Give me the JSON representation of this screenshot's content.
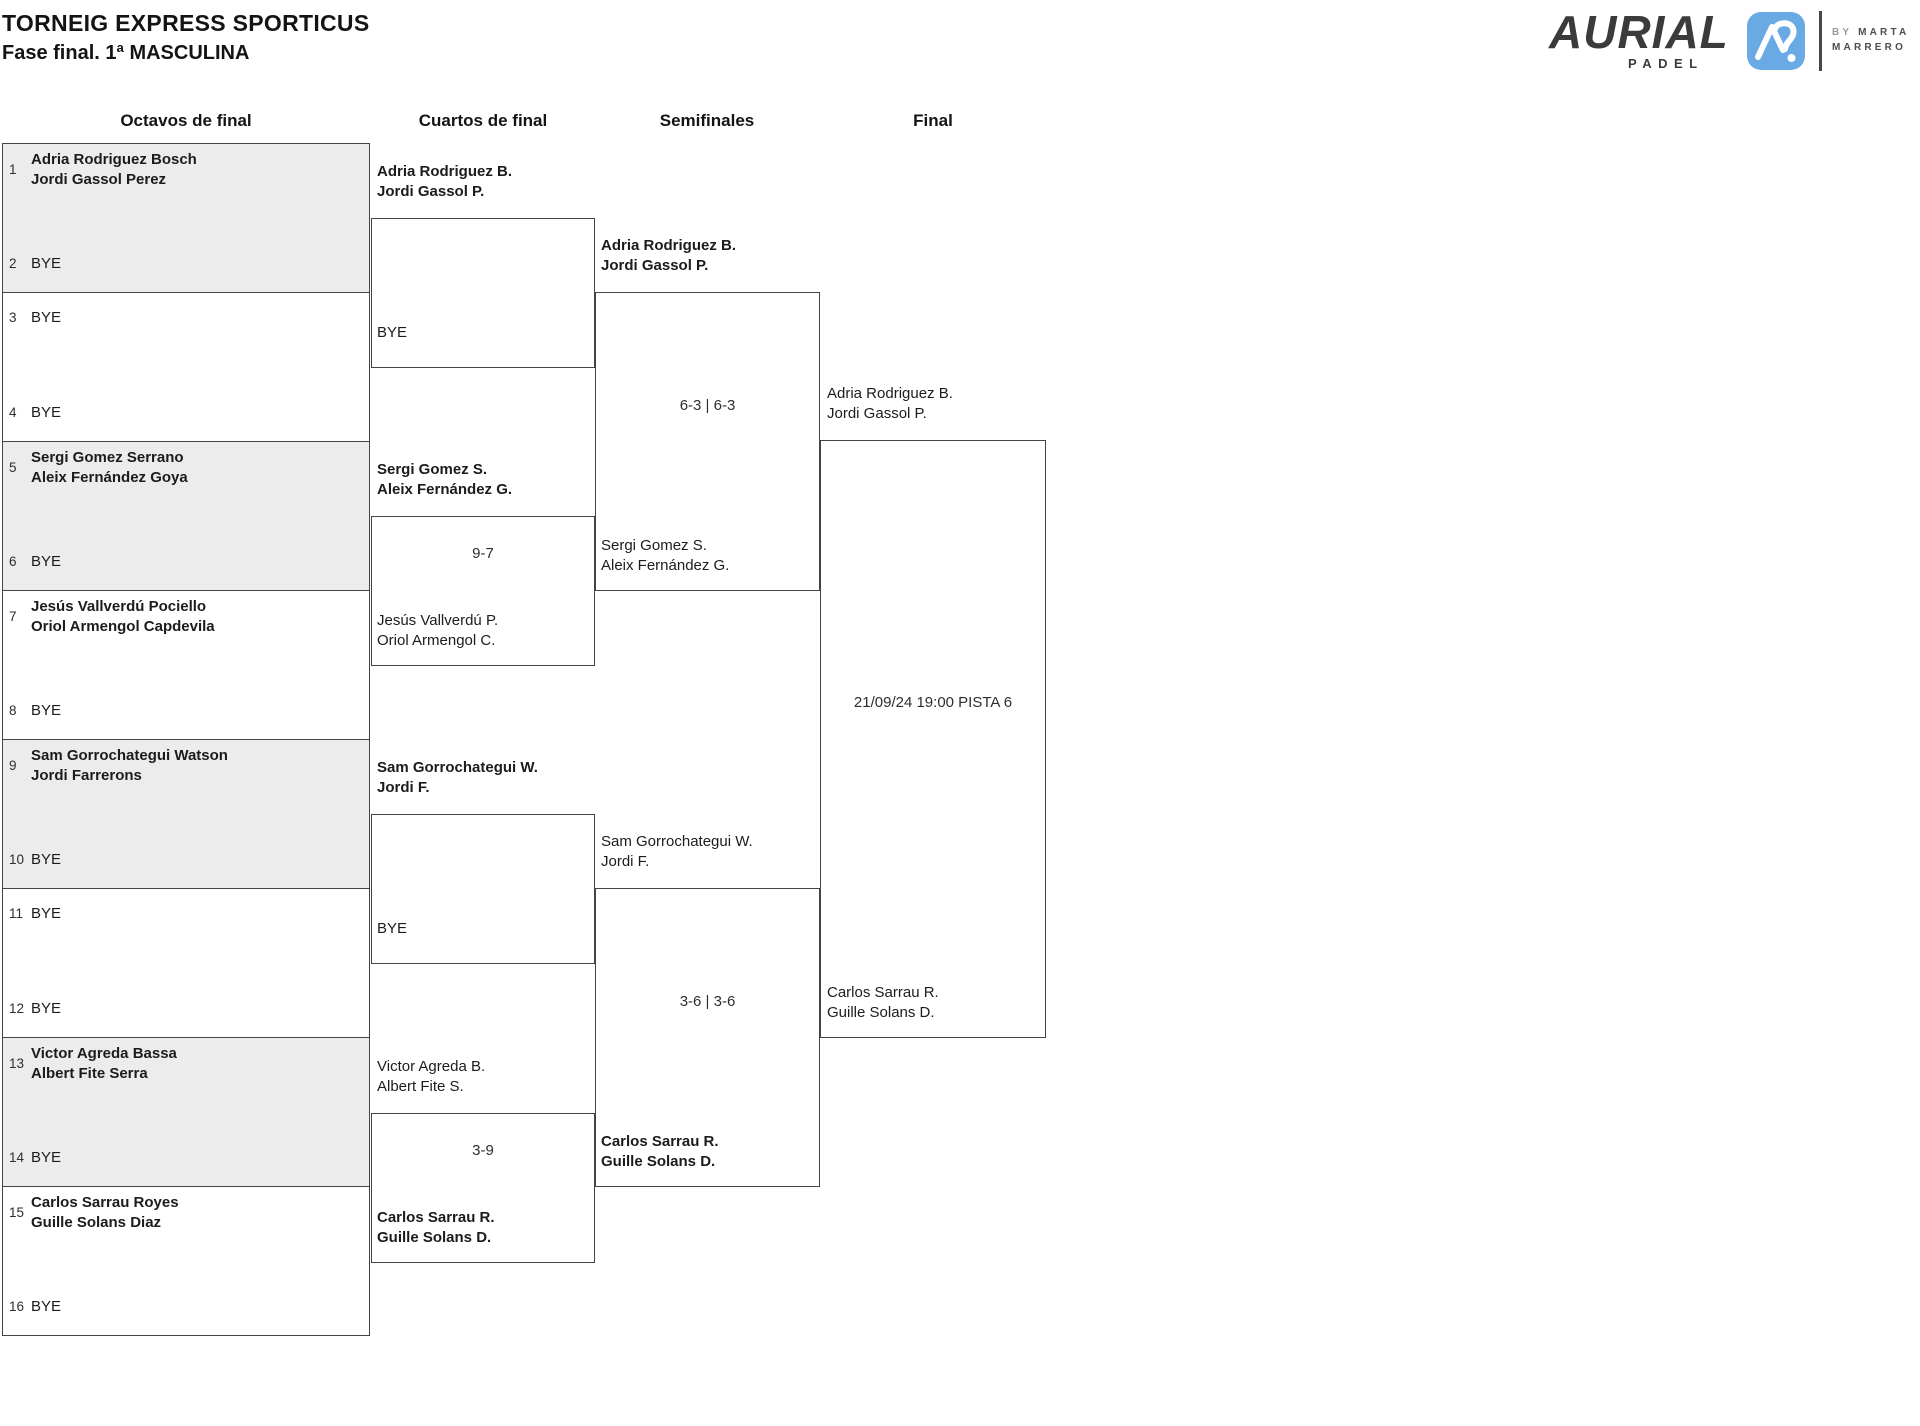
{
  "header": {
    "title": "TORNEIG EXPRESS SPORTICUS",
    "subtitle": "Fase final. 1ª MASCULINA"
  },
  "logo": {
    "brand": "AURIAL",
    "brand_sub": "PADEL",
    "by_prefix": "BY ",
    "by_name_line1": "MARTA",
    "by_name_line2": "MARRERO",
    "icon": "aurial-monogram",
    "icon_bg": "#69aae4"
  },
  "colors": {
    "seeded_slot_bg": "#ececec",
    "line": "#444444",
    "text": "#1c1c1c"
  },
  "rounds": {
    "r16": "Octavos de final",
    "qf": "Cuartos de final",
    "sf": "Semifinales",
    "final": "Final"
  },
  "octavos": [
    {
      "seed": "1",
      "name1": "Adria Rodriguez Bosch",
      "name2": "Jordi Gassol Perez"
    },
    {
      "seed": "2",
      "name1": "BYE"
    },
    {
      "seed": "3",
      "name1": "BYE"
    },
    {
      "seed": "4",
      "name1": "BYE"
    },
    {
      "seed": "5",
      "name1": "Sergi Gomez Serrano",
      "name2": "Aleix Fernández Goya"
    },
    {
      "seed": "6",
      "name1": "BYE"
    },
    {
      "seed": "7",
      "name1": "Jesús Vallverdú Pociello",
      "name2": "Oriol Armengol Capdevila"
    },
    {
      "seed": "8",
      "name1": "BYE"
    },
    {
      "seed": "9",
      "name1": "Sam Gorrochategui Watson",
      "name2": "Jordi Farrerons"
    },
    {
      "seed": "10",
      "name1": "BYE"
    },
    {
      "seed": "11",
      "name1": "BYE"
    },
    {
      "seed": "12",
      "name1": "BYE"
    },
    {
      "seed": "13",
      "name1": "Victor Agreda Bassa",
      "name2": "Albert Fite Serra"
    },
    {
      "seed": "14",
      "name1": "BYE"
    },
    {
      "seed": "15",
      "name1": "Carlos Sarrau Royes",
      "name2": "Guille Solans Diaz"
    },
    {
      "seed": "16",
      "name1": "BYE"
    }
  ],
  "cuartos": [
    {
      "top1": "Adria Rodriguez B.",
      "top2": "Jordi Gassol P.",
      "bottom1": "BYE"
    },
    {
      "top1": "Sergi Gomez S.",
      "top2": "Aleix Fernández G.",
      "bottom1": "Jesús Vallverdú P.",
      "bottom2": "Oriol Armengol C.",
      "score": "9-7"
    },
    {
      "top1": "Sam Gorrochategui W.",
      "top2": "Jordi F.",
      "bottom1": "BYE"
    },
    {
      "top1": "Victor Agreda B.",
      "top2": "Albert Fite S.",
      "bottom1": "Carlos Sarrau R.",
      "bottom2": "Guille Solans D.",
      "score": "3-9"
    }
  ],
  "semifinales": [
    {
      "top1": "Adria Rodriguez B.",
      "top2": "Jordi Gassol P.",
      "bottom1": "Sergi Gomez S.",
      "bottom2": "Aleix Fernández G.",
      "score": "6-3 | 6-3"
    },
    {
      "top1": "Sam Gorrochategui W.",
      "top2": "Jordi F.",
      "bottom1": "Carlos Sarrau R.",
      "bottom2": "Guille Solans D.",
      "score": "3-6 | 3-6"
    }
  ],
  "final": {
    "top1": "Adria Rodriguez B.",
    "top2": "Jordi Gassol P.",
    "bottom1": "Carlos Sarrau R.",
    "bottom2": "Guille Solans D.",
    "schedule": "21/09/24 19:00 PISTA 6"
  }
}
